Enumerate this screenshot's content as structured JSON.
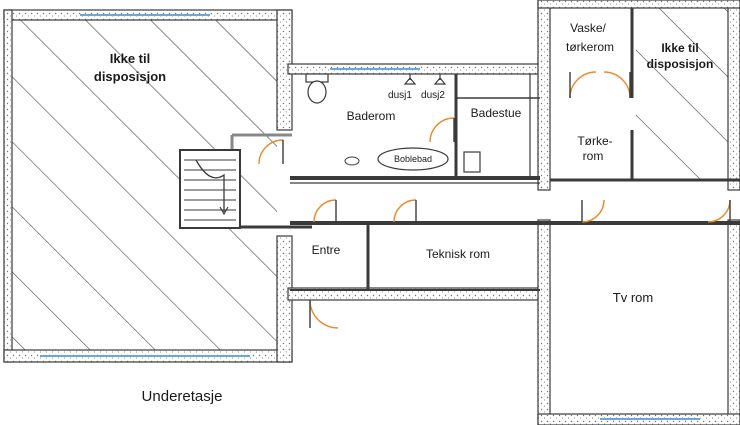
{
  "rooms": {
    "unavailable_left_line1": "Ikke til",
    "unavailable_left_line2": "disposisjon",
    "unavailable_right_line1": "Ikke til",
    "unavailable_right_line2": "disposisjon",
    "laundry_line1": "Vaske/",
    "laundry_line2": "tørkerom",
    "drying_line1": "Tørke-",
    "drying_line2": "rom",
    "bathroom": "Baderom",
    "sauna": "Badestue",
    "shower1": "dusj1",
    "shower2": "dusj2",
    "bubble_bath": "Boblebad",
    "entrance": "Entre",
    "technical_room": "Teknisk rom",
    "tv_room": "Tv rom"
  },
  "floor_label": "Underetasje",
  "colors": {
    "wall": "#3a3a3a",
    "door_arc": "#e8892c",
    "hatch": "#444444",
    "window": "#6aa8d8"
  }
}
